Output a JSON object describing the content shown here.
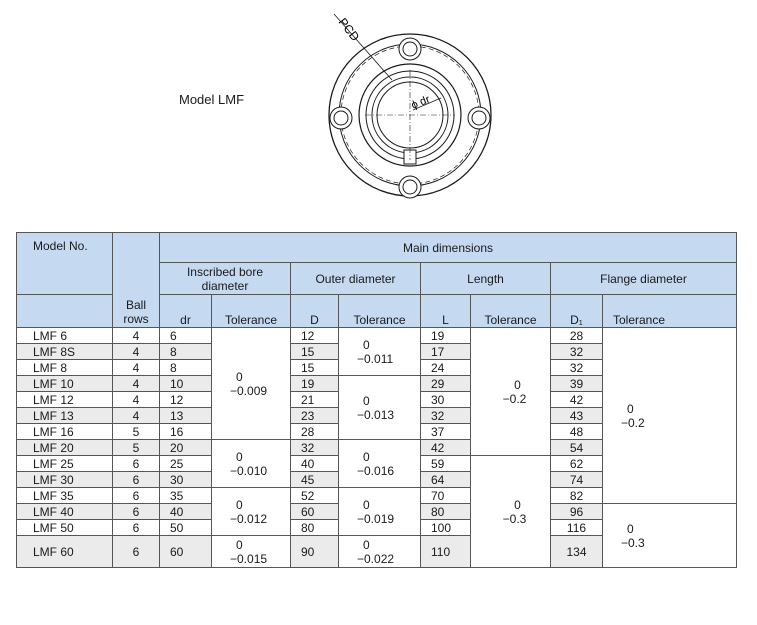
{
  "model_label": "Model LMF",
  "drawing": {
    "pcd_label": "PCD",
    "dr_label": "ϕ dr"
  },
  "table": {
    "h_model": "Model No.",
    "h_ball_rows": "Ball rows",
    "h_main": "Main dimensions",
    "h_bore": "Inscribed bore diameter",
    "h_outer": "Outer diameter",
    "h_length": "Length",
    "h_flange": "Flange diameter",
    "sub_dr": "dr",
    "sub_tol": "Tolerance",
    "sub_D": "D",
    "sub_L": "L",
    "sub_D1": "D₁",
    "rows": [
      {
        "model": "LMF 6",
        "balls": "4",
        "dr": "6",
        "D": "12",
        "L": "19",
        "D1": "28"
      },
      {
        "model": "LMF 8S",
        "balls": "4",
        "dr": "8",
        "D": "15",
        "L": "17",
        "D1": "32"
      },
      {
        "model": "LMF 8",
        "balls": "4",
        "dr": "8",
        "D": "15",
        "L": "24",
        "D1": "32"
      },
      {
        "model": "LMF 10",
        "balls": "4",
        "dr": "10",
        "D": "19",
        "L": "29",
        "D1": "39"
      },
      {
        "model": "LMF 12",
        "balls": "4",
        "dr": "12",
        "D": "21",
        "L": "30",
        "D1": "42"
      },
      {
        "model": "LMF 13",
        "balls": "4",
        "dr": "13",
        "D": "23",
        "L": "32",
        "D1": "43"
      },
      {
        "model": "LMF 16",
        "balls": "5",
        "dr": "16",
        "D": "28",
        "L": "37",
        "D1": "48"
      },
      {
        "model": "LMF 20",
        "balls": "5",
        "dr": "20",
        "D": "32",
        "L": "42",
        "D1": "54"
      },
      {
        "model": "LMF 25",
        "balls": "6",
        "dr": "25",
        "D": "40",
        "L": "59",
        "D1": "62"
      },
      {
        "model": "LMF 30",
        "balls": "6",
        "dr": "30",
        "D": "45",
        "L": "64",
        "D1": "74"
      },
      {
        "model": "LMF 35",
        "balls": "6",
        "dr": "35",
        "D": "52",
        "L": "70",
        "D1": "82"
      },
      {
        "model": "LMF 40",
        "balls": "6",
        "dr": "40",
        "D": "60",
        "L": "80",
        "D1": "96"
      },
      {
        "model": "LMF 50",
        "balls": "6",
        "dr": "50",
        "D": "80",
        "L": "100",
        "D1": "116"
      },
      {
        "model": "LMF 60",
        "balls": "6",
        "dr": "60",
        "D": "90",
        "L": "110",
        "D1": "134"
      }
    ],
    "tol_dr": [
      {
        "upper": "0",
        "lower": "−0.009"
      },
      {
        "upper": "0",
        "lower": "−0.010"
      },
      {
        "upper": "0",
        "lower": "−0.012"
      },
      {
        "upper": "0",
        "lower": "−0.015"
      }
    ],
    "tol_D": [
      {
        "upper": "0",
        "lower": "−0.011"
      },
      {
        "upper": "0",
        "lower": "−0.013"
      },
      {
        "upper": "0",
        "lower": "−0.016"
      },
      {
        "upper": "0",
        "lower": "−0.019"
      },
      {
        "upper": "0",
        "lower": "−0.022"
      }
    ],
    "tol_L": [
      {
        "upper": "0",
        "lower": "−0.2"
      },
      {
        "upper": "0",
        "lower": "−0.3"
      }
    ],
    "tol_D1": [
      {
        "upper": "0",
        "lower": "−0.2"
      },
      {
        "upper": "0",
        "lower": "−0.3"
      }
    ]
  }
}
